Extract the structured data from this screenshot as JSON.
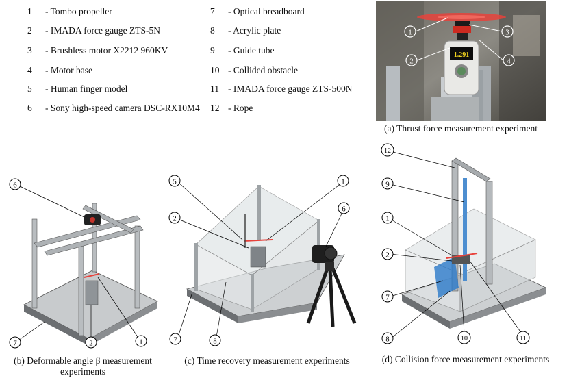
{
  "legend": [
    {
      "num": "1",
      "label": "- Tombo propeller"
    },
    {
      "num": "2",
      "label": "- IMADA force gauge ZTS-5N"
    },
    {
      "num": "3",
      "label": "- Brushless motor X2212 960KV"
    },
    {
      "num": "4",
      "label": "- Motor base"
    },
    {
      "num": "5",
      "label": "- Human finger model"
    },
    {
      "num": "6",
      "label": "- Sony high-speed camera DSC-RX10M4"
    },
    {
      "num": "7",
      "label": "- Optical breadboard"
    },
    {
      "num": "8",
      "label": "- Acrylic plate"
    },
    {
      "num": "9",
      "label": "- Guide tube"
    },
    {
      "num": "10",
      "label": "- Collided obstacle"
    },
    {
      "num": "11",
      "label": "- IMADA force gauge ZTS-500N"
    },
    {
      "num": "12",
      "label": "- Rope"
    }
  ],
  "captions": {
    "a": "(a) Thrust force measurement experiment",
    "b_line1": "(b) Deformable angle β measurement",
    "b_line2": "experiments",
    "c": "(c) Time recovery measurement experiments",
    "d": "(d) Collision force measurement experiments"
  },
  "photo": {
    "gauge_reading": "1.291",
    "callouts": [
      "1",
      "2",
      "3",
      "4"
    ]
  },
  "panel_b": {
    "callouts": [
      "6",
      "7",
      "2",
      "1"
    ]
  },
  "panel_c": {
    "callouts": [
      "5",
      "1",
      "2",
      "6",
      "7",
      "8"
    ]
  },
  "panel_d": {
    "callouts": [
      "12",
      "9",
      "1",
      "2",
      "7",
      "8",
      "10",
      "11"
    ]
  },
  "colors": {
    "propeller": "#e8423b",
    "obstacle": "#2a79c9",
    "acrylic": "#dfe4e6"
  }
}
